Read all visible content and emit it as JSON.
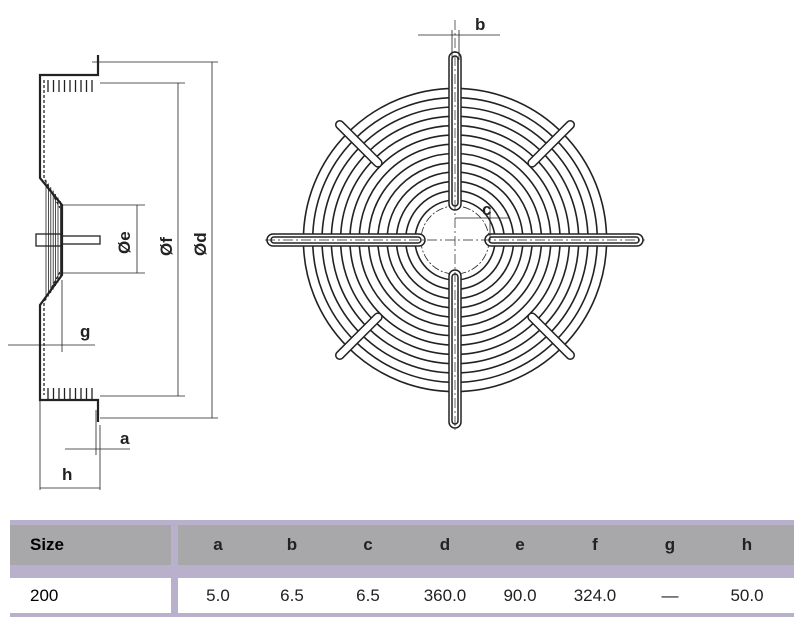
{
  "drawing": {
    "labels": {
      "a": "a",
      "b": "b",
      "c": "c",
      "d": "Ød",
      "e": "Øe",
      "f": "Øf",
      "g": "g",
      "h": "h"
    }
  },
  "table": {
    "headers": [
      "Size",
      "a",
      "b",
      "c",
      "d",
      "e",
      "f",
      "g",
      "h"
    ],
    "rows": [
      [
        "200",
        "5.0",
        "6.5",
        "6.5",
        "360.0",
        "90.0",
        "324.0",
        "—",
        "50.0"
      ]
    ]
  },
  "colors": {
    "header_bg": "#a8a8aa",
    "table_bg": "#b9b1cc"
  }
}
